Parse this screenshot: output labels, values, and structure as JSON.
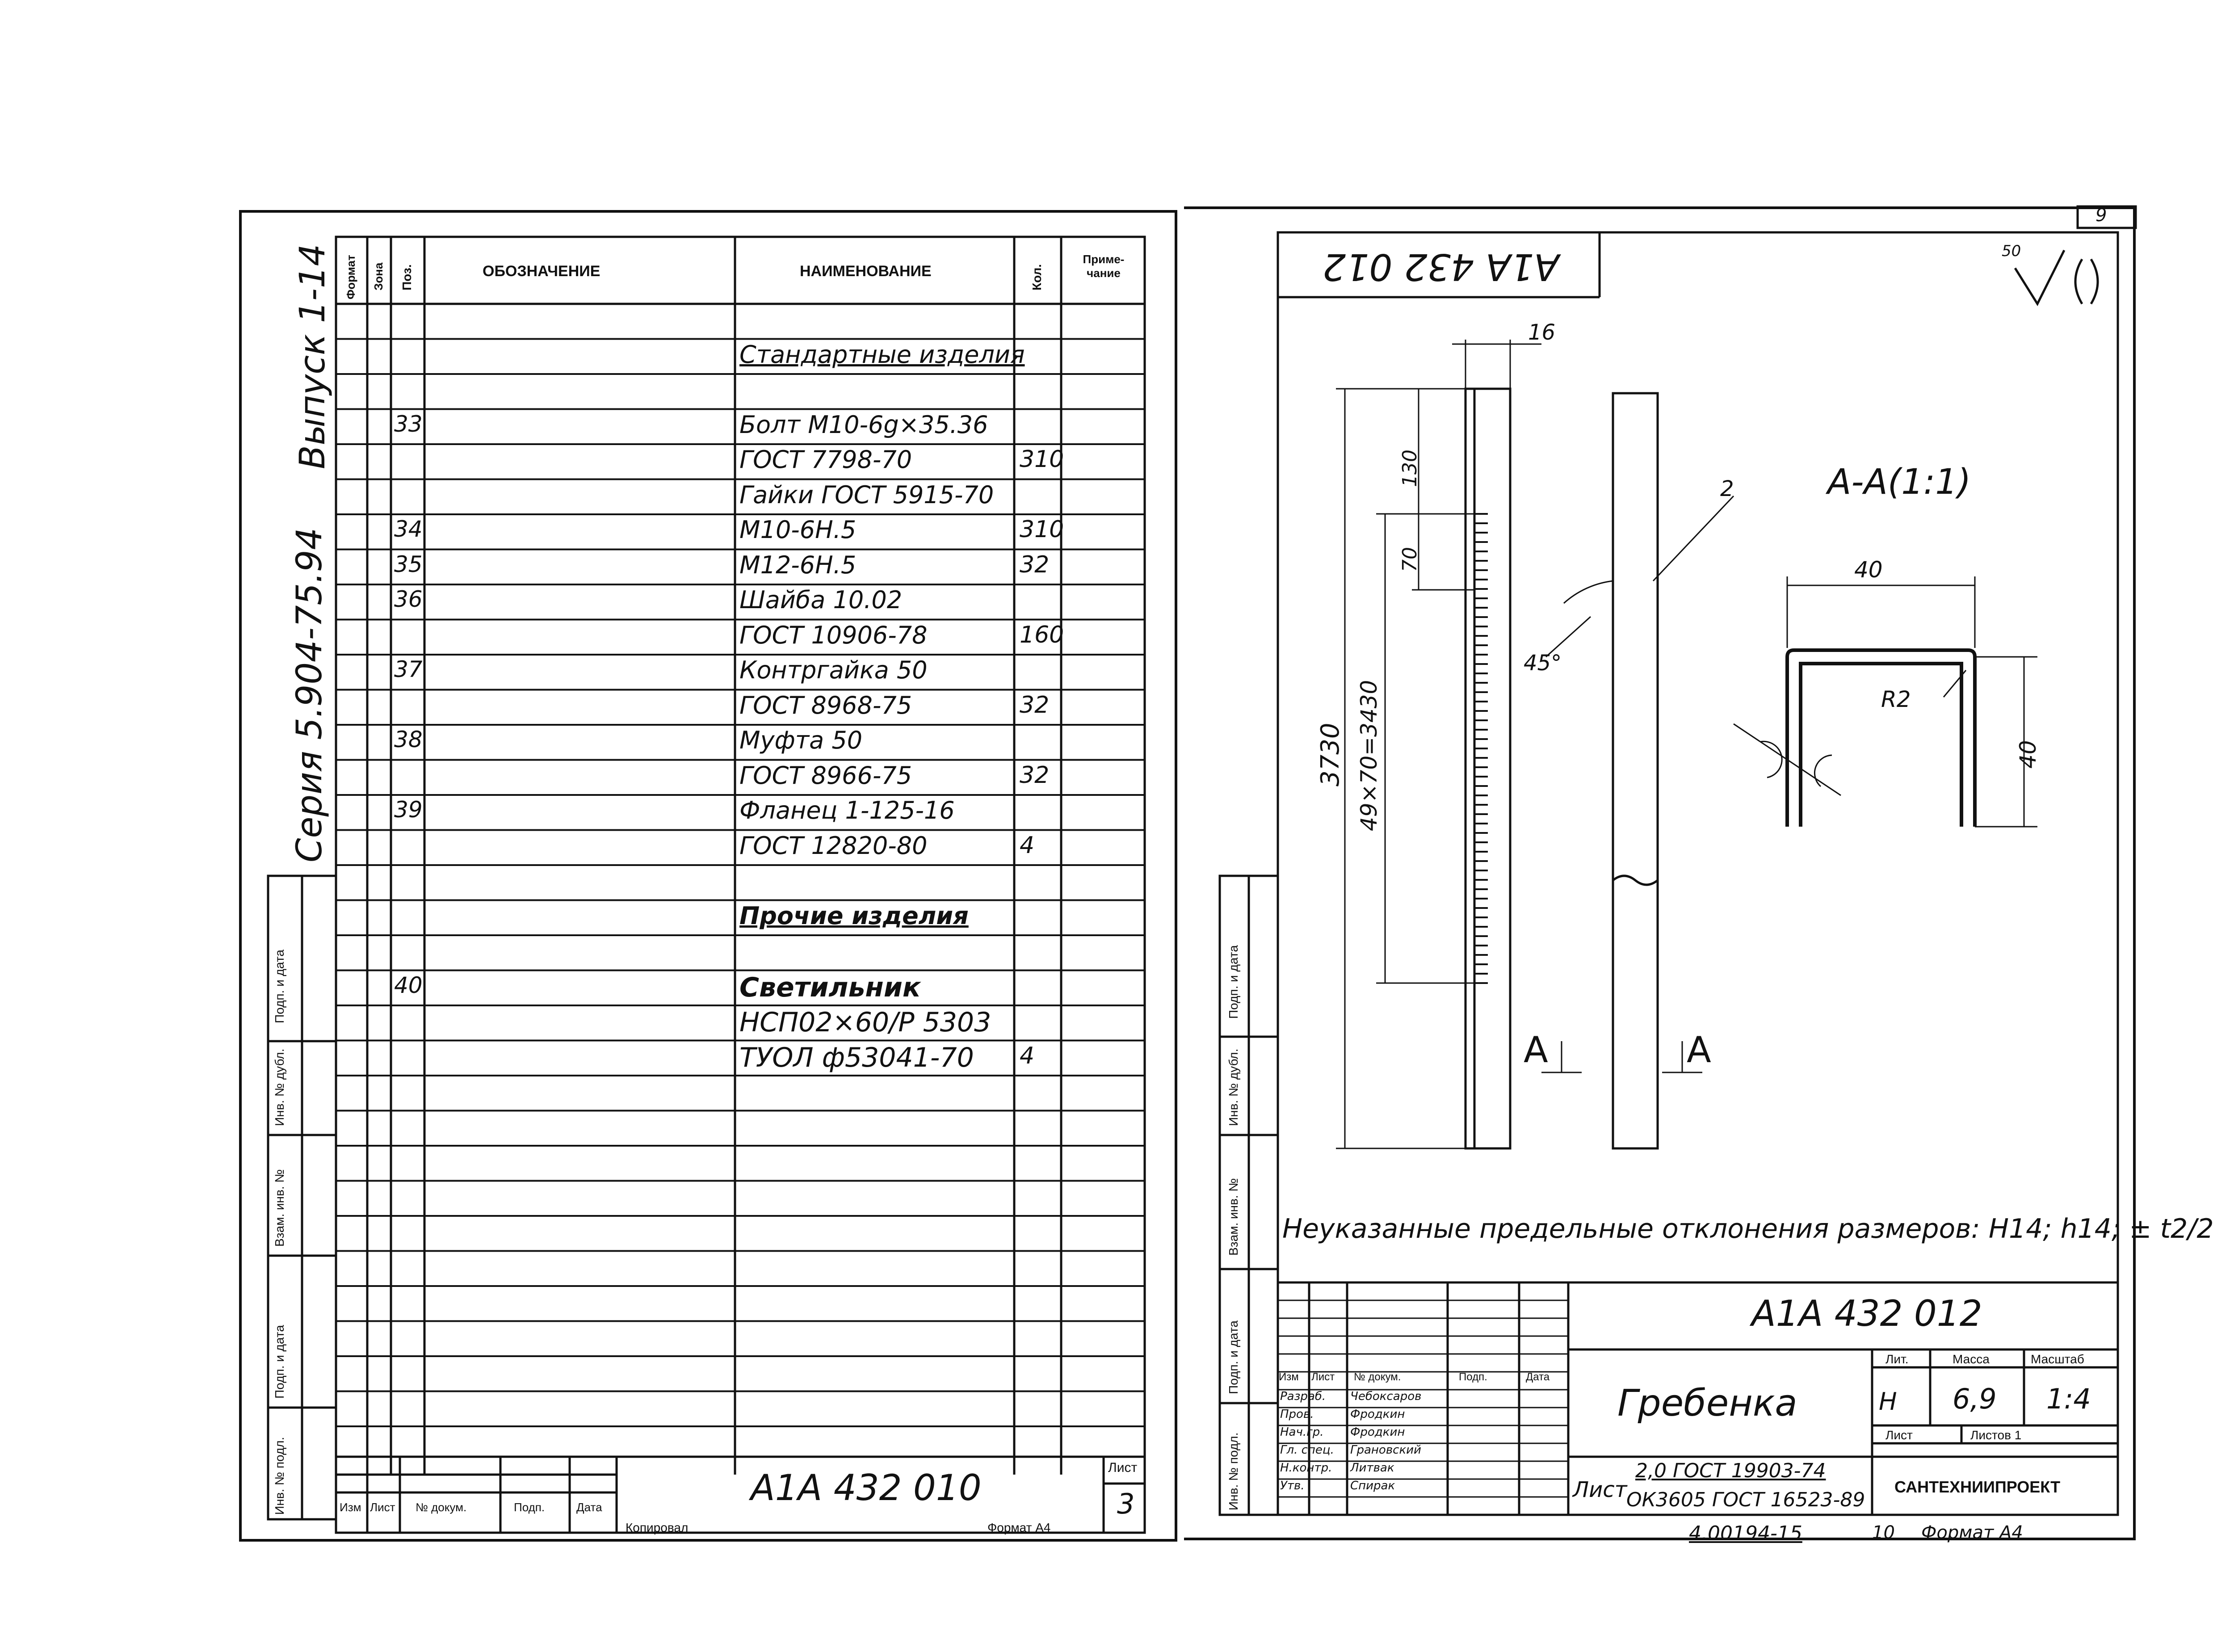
{
  "left_sheet": {
    "header": {
      "format": "Формат",
      "zone": "Зона",
      "pos": "Поз.",
      "designation": "ОБОЗНАЧЕНИЕ",
      "name": "НАИМЕНОВАНИЕ",
      "qty": "Кол.",
      "note": "Приме-чание"
    },
    "side_series": "Серия 5.904-75.94",
    "side_issue": "Выпуск 1-14",
    "side_labels": [
      "Подп. и дата",
      "Инв. № дубл.",
      "Взам. инв. №",
      "Подп. и дата",
      "Инв. № подл."
    ],
    "rows": [
      {
        "pos": "",
        "name": "Стандартные изделия",
        "qty": ""
      },
      {
        "pos": "33",
        "name": "Болт М10-6g×35.36",
        "qty": ""
      },
      {
        "pos": "",
        "name": "ГОСТ 7798-70",
        "qty": "310"
      },
      {
        "pos": "",
        "name": "Гайки ГОСТ 5915-70",
        "qty": ""
      },
      {
        "pos": "34",
        "name": "М10-6Н.5",
        "qty": "310"
      },
      {
        "pos": "35",
        "name": "М12-6Н.5",
        "qty": "32"
      },
      {
        "pos": "36",
        "name": "Шайба 10.02",
        "qty": ""
      },
      {
        "pos": "",
        "name": "ГОСТ 10906-78",
        "qty": "160"
      },
      {
        "pos": "37",
        "name": "Контргайка 50",
        "qty": ""
      },
      {
        "pos": "",
        "name": "ГОСТ 8968-75",
        "qty": "32"
      },
      {
        "pos": "38",
        "name": "Муфта 50",
        "qty": ""
      },
      {
        "pos": "",
        "name": "ГОСТ 8966-75",
        "qty": "32"
      },
      {
        "pos": "39",
        "name": "Фланец 1-125-16",
        "qty": ""
      },
      {
        "pos": "",
        "name": "ГОСТ 12820-80",
        "qty": "4"
      },
      {
        "pos": "",
        "name": "Прочие изделия",
        "qty": ""
      },
      {
        "pos": "40",
        "name": "Светильник",
        "qty": ""
      },
      {
        "pos": "",
        "name": "НСП02×60/Р 5303",
        "qty": ""
      },
      {
        "pos": "",
        "name": "ТУОЛ ф53041-70",
        "qty": "4"
      }
    ],
    "stamp": {
      "code": "А1А 432 010",
      "sheet_label": "Лист",
      "sheet_no": "3",
      "cols": [
        "Изм",
        "Лист",
        "№ докум.",
        "Подп.",
        "Дата"
      ],
      "copied": "Копировал",
      "format": "Формат А4"
    }
  },
  "right_sheet": {
    "page_no": "9",
    "mirrored_code": "А1А 432 012",
    "roughness": "50",
    "dims": {
      "d16": "16",
      "d130": "130",
      "d70": "70",
      "d2": "2",
      "d45": "45°",
      "d3730": "3730",
      "d49x70": "49×70=3430",
      "section": "А-А(1:1)",
      "d40top": "40",
      "r2": "R2",
      "d40side": "40",
      "cut_a1": "А",
      "cut_a2": "А"
    },
    "note": "Неуказанные предельные отклонения размеров: Н14; h14; ± t2/2",
    "side_labels": [
      "Подп. и дата",
      "Инв. № дубл.",
      "Взам. инв. №",
      "Подп. и дата",
      "Инв. № подл."
    ],
    "stamp": {
      "code": "А1А 432 012",
      "title": "Гребенка",
      "lit_label": "Лит.",
      "mass_label": "Масса",
      "scale_label": "Масштаб",
      "lit": "Н",
      "mass": "6,9",
      "scale": "1:4",
      "sheet_label": "Лист",
      "sheets_label": "Листов 1",
      "material_l1": "2,0 ГОСТ 19903-74",
      "material_prefix": "Лист",
      "material_l2": "ОК3605 ГОСТ 16523-89",
      "org": "САНТЕХНИИПРОЕКТ",
      "head_cols": [
        "Изм",
        "Лист",
        "№ докум.",
        "Подп.",
        "Дата"
      ],
      "people": [
        {
          "role": "Разраб.",
          "name": "Чебоксаров"
        },
        {
          "role": "Пров.",
          "name": "Фродкин"
        },
        {
          "role": "Нач.гр.",
          "name": "Фродкин"
        },
        {
          "role": "Гл. спец.",
          "name": "Грановский"
        },
        {
          "role": "Н.контр.",
          "name": "Литвак"
        },
        {
          "role": "Утв.",
          "name": "Спирак"
        }
      ],
      "bottom_code": "4.00194-15",
      "bottom_num": "10",
      "bottom_format": "Формат А4"
    }
  }
}
